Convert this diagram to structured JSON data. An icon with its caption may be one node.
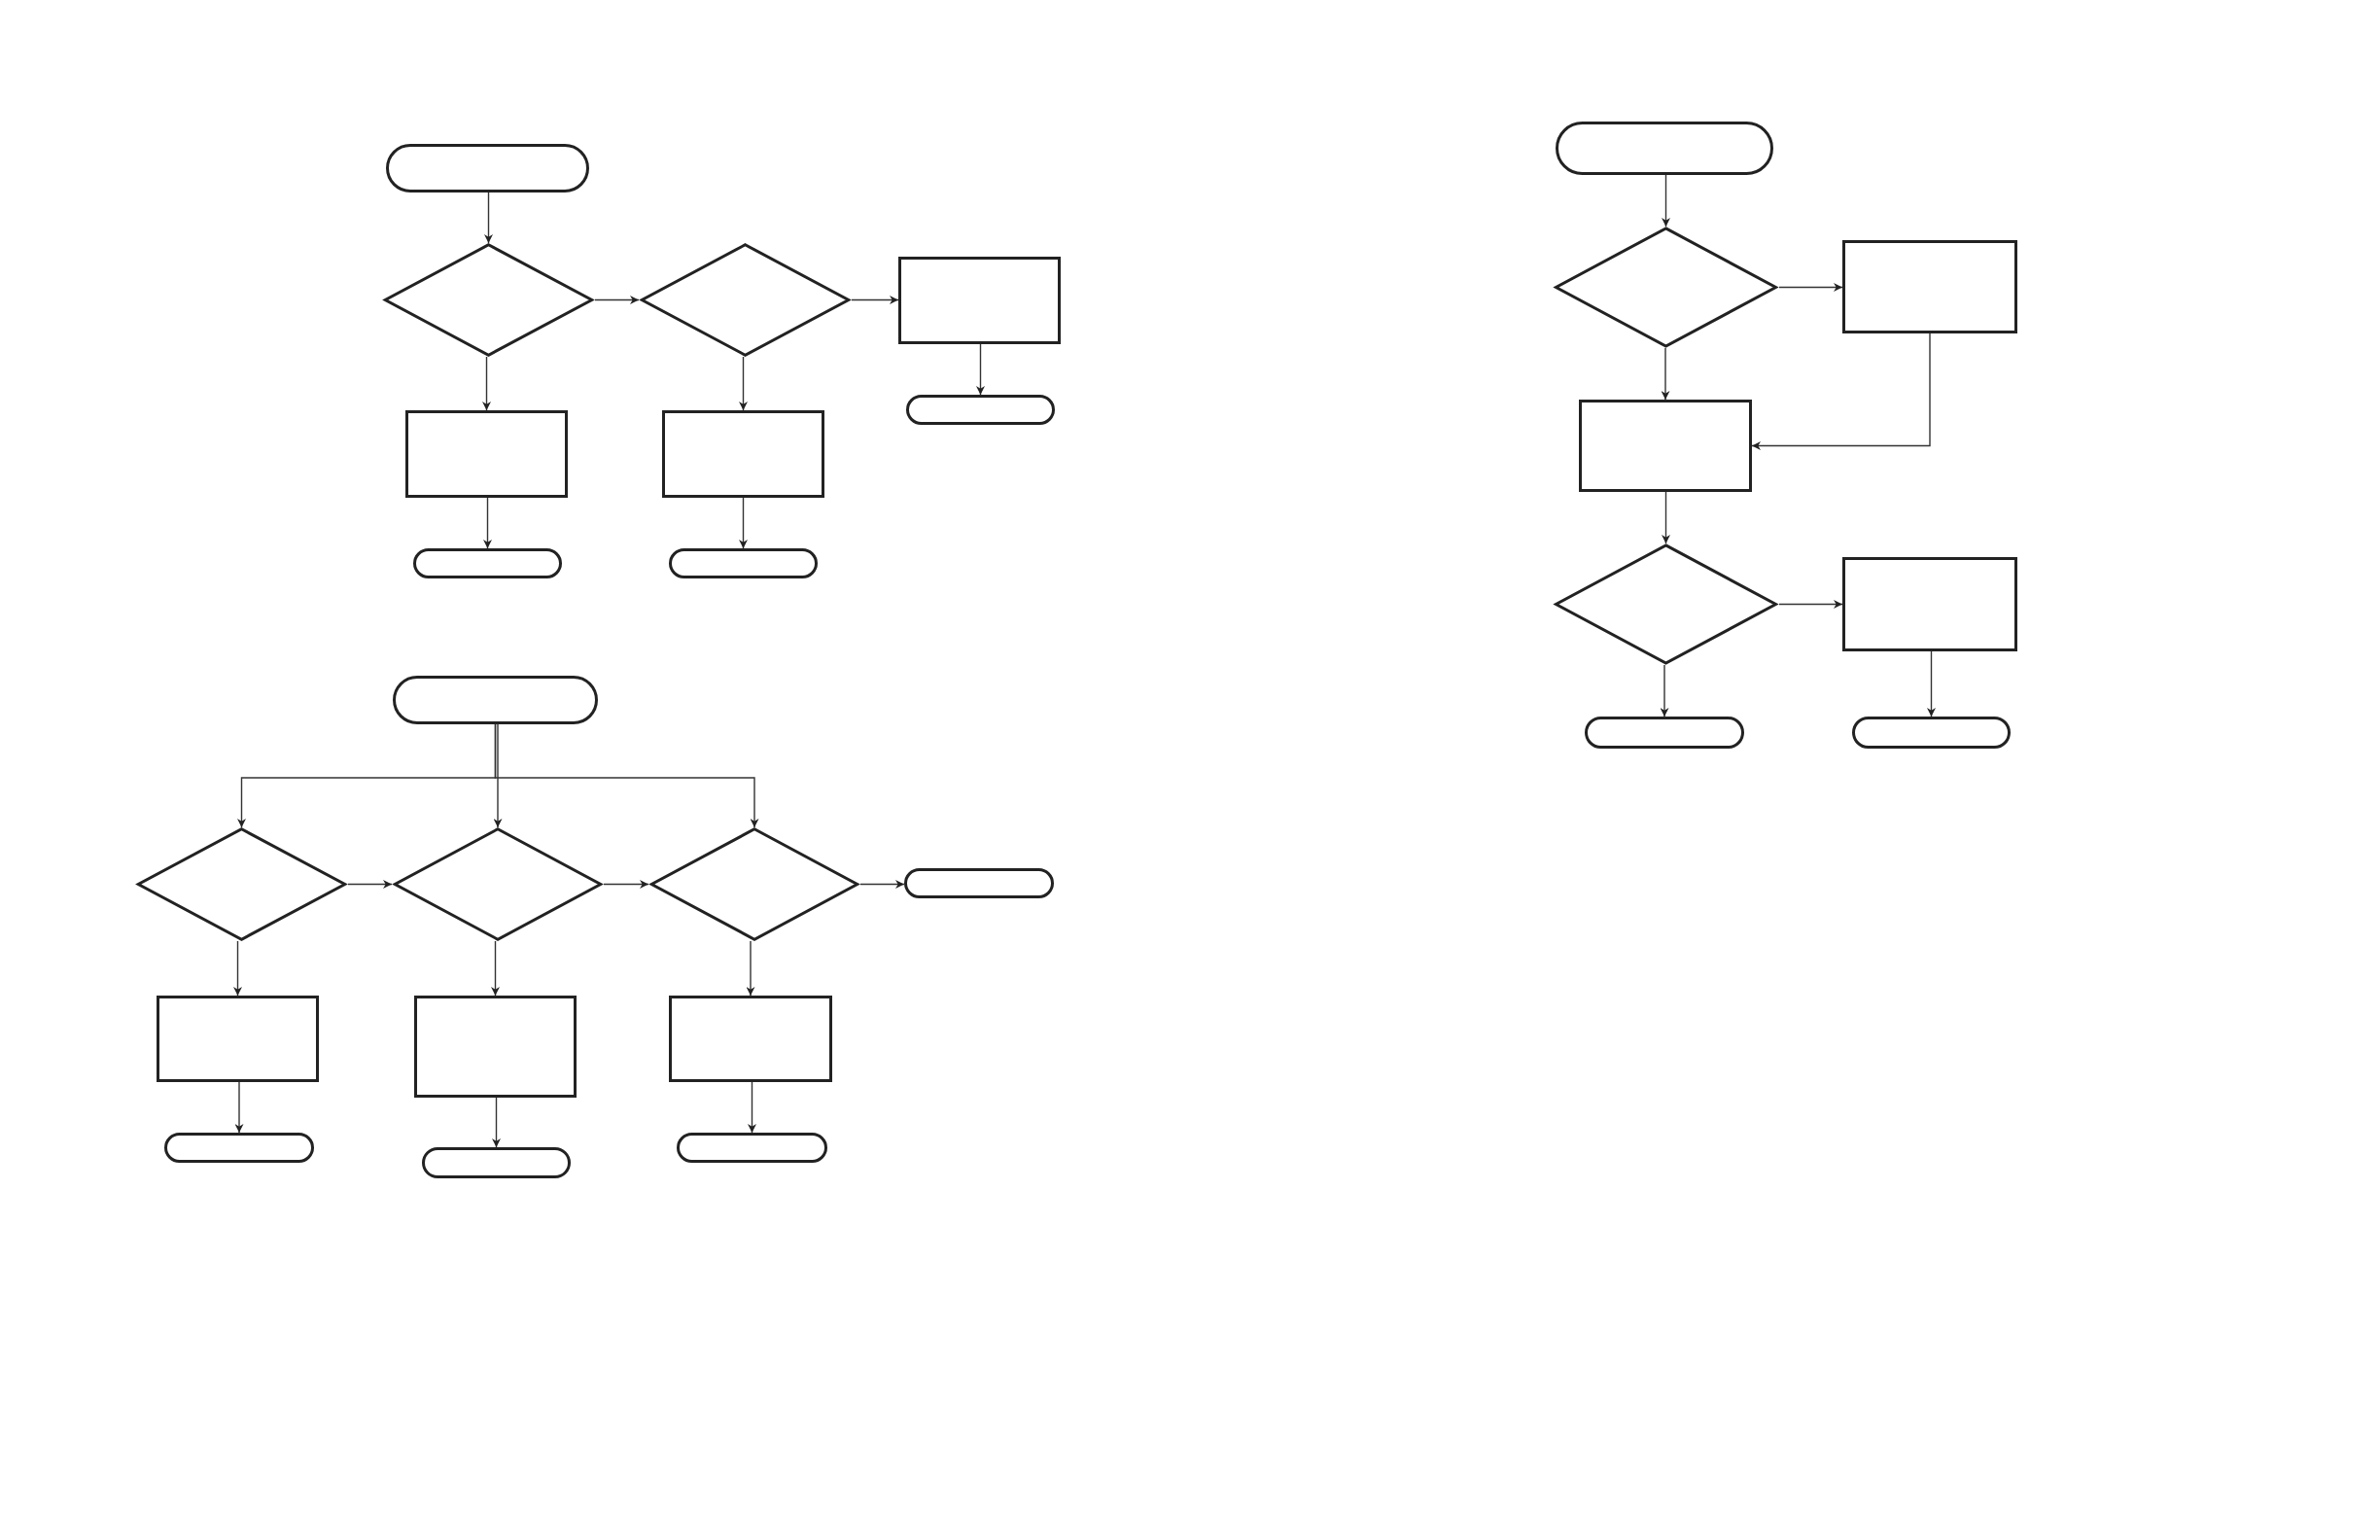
{
  "diagram": {
    "nodes": [
      {
        "text": [],
        "shape": "pill"
      },
      {
        "text": [],
        "shape": "diamond"
      },
      {
        "text": [],
        "shape": "diamond"
      },
      {
        "text": [],
        "shape": "box"
      },
      {
        "text": [],
        "shape": "pill"
      },
      {
        "text": [],
        "shape": "box"
      },
      {
        "text": [],
        "shape": "box"
      },
      {
        "text": [],
        "shape": "pill"
      },
      {
        "text": [],
        "shape": "pill"
      },
      {
        "text": [],
        "shape": "pill"
      },
      {
        "text": [],
        "shape": "diamond"
      },
      {
        "text": [],
        "shape": "diamond"
      },
      {
        "text": [],
        "shape": "diamond"
      },
      {
        "text": [],
        "shape": "pill"
      },
      {
        "text": [],
        "shape": "box"
      },
      {
        "text": [],
        "shape": "box"
      },
      {
        "text": [],
        "shape": "box"
      },
      {
        "text": [],
        "shape": "pill"
      },
      {
        "text": [],
        "shape": "pill"
      },
      {
        "text": [],
        "shape": "pill"
      },
      {
        "text": [],
        "shape": "pill"
      },
      {
        "text": [],
        "shape": "diamond"
      },
      {
        "text": [],
        "shape": "box"
      },
      {
        "text": [],
        "shape": "box"
      },
      {
        "text": [],
        "shape": "diamond"
      },
      {
        "text": [],
        "shape": "box"
      },
      {
        "text": [],
        "shape": "pill"
      },
      {
        "text": [],
        "shape": "pill"
      }
    ],
    "edges": [
      {
        "from": 0,
        "to": 1,
        "arrow": "to"
      },
      {
        "from": 1,
        "to": 2,
        "arrow": "to"
      },
      {
        "from": 2,
        "to": 3,
        "arrow": "to"
      },
      {
        "from": 3,
        "to": 4,
        "arrow": "to"
      },
      {
        "from": 1,
        "to": 5,
        "arrow": "to"
      },
      {
        "from": 2,
        "to": 6,
        "arrow": "to"
      },
      {
        "from": 5,
        "to": 7,
        "arrow": "to"
      },
      {
        "from": 6,
        "to": 8,
        "arrow": "to"
      },
      {
        "from": 9,
        "to": 10,
        "arrow": "to"
      },
      {
        "from": 9,
        "to": 11,
        "arrow": "to"
      },
      {
        "from": 9,
        "to": 12,
        "arrow": "to"
      },
      {
        "from": 10,
        "to": 11,
        "arrow": "to"
      },
      {
        "from": 11,
        "to": 12,
        "arrow": "to"
      },
      {
        "from": 12,
        "to": 13,
        "arrow": "to"
      },
      {
        "from": 10,
        "to": 14,
        "arrow": "to"
      },
      {
        "from": 11,
        "to": 15,
        "arrow": "to"
      },
      {
        "from": 12,
        "to": 16,
        "arrow": "to"
      },
      {
        "from": 14,
        "to": 17,
        "arrow": "to"
      },
      {
        "from": 15,
        "to": 18,
        "arrow": "to"
      },
      {
        "from": 16,
        "to": 19,
        "arrow": "to"
      },
      {
        "from": 20,
        "to": 21,
        "arrow": "to"
      },
      {
        "from": 21,
        "to": 22,
        "arrow": "to"
      },
      {
        "from": 21,
        "to": 23,
        "arrow": "to"
      },
      {
        "from": 22,
        "to": 23,
        "arrow": "to"
      },
      {
        "from": 23,
        "to": 24,
        "arrow": "to"
      },
      {
        "from": 24,
        "to": 25,
        "arrow": "to"
      },
      {
        "from": 24,
        "to": 26,
        "arrow": "to"
      },
      {
        "from": 25,
        "to": 27,
        "arrow": "to"
      }
    ]
  }
}
